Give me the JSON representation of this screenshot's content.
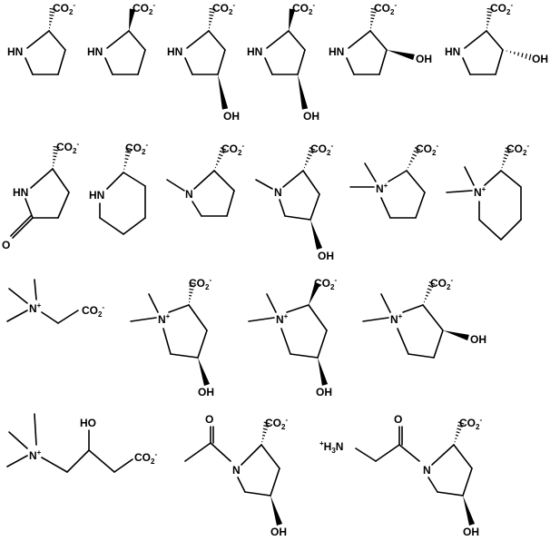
{
  "labels": {
    "carboxylate": "CO",
    "sub2": "2",
    "minus": "-",
    "plus": "+",
    "nh": "HN",
    "n": "N",
    "oh": "OH",
    "ho": "HO",
    "o": "O",
    "h3n": "H",
    "sub3": "3"
  },
  "colors": {
    "ink": "#000000",
    "background": "#ffffff"
  },
  "molecules": [
    {
      "id": "l-proline"
    },
    {
      "id": "d-proline"
    },
    {
      "id": "trans-4-hydroxy-l-proline"
    },
    {
      "id": "cis-4-hydroxy-d-proline"
    },
    {
      "id": "cis-3-hydroxy-l-proline"
    },
    {
      "id": "trans-3-hydroxy-l-proline"
    },
    {
      "id": "pyroglutamate"
    },
    {
      "id": "pipecolate"
    },
    {
      "id": "n-methyl-proline"
    },
    {
      "id": "n-methyl-4-hydroxyproline"
    },
    {
      "id": "proline-betaine"
    },
    {
      "id": "pipecolate-betaine"
    },
    {
      "id": "glycine-betaine"
    },
    {
      "id": "trans-4-hydroxyproline-betaine"
    },
    {
      "id": "cis-4-hydroxyproline-betaine"
    },
    {
      "id": "3-hydroxyproline-betaine"
    },
    {
      "id": "carnitine"
    },
    {
      "id": "n-acetyl-4-hydroxyproline"
    },
    {
      "id": "glycyl-4-hydroxyproline"
    }
  ]
}
